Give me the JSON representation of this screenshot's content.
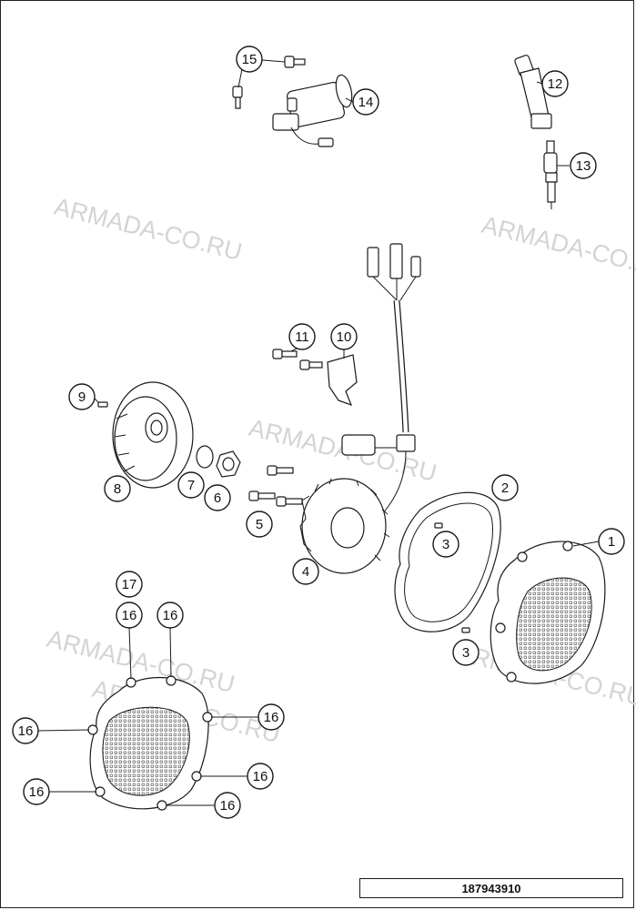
{
  "watermarks": [
    "ARMADA-CO.RU",
    "ARMADA-CO.RU",
    "ARMADA-CO.RU",
    "ARMADA-CO.RU",
    "ARMADA-CO.RU",
    "ARMADA-CO.RU"
  ],
  "callouts": {
    "c1": "1",
    "c2": "2",
    "c3a": "3",
    "c3b": "3",
    "c4": "4",
    "c5": "5",
    "c6": "6",
    "c7": "7",
    "c8": "8",
    "c9": "9",
    "c10": "10",
    "c11": "11",
    "c12": "12",
    "c13": "13",
    "c14": "14",
    "c15": "15",
    "c17": "17",
    "c16a": "16",
    "c16b": "16",
    "c16c": "16",
    "c16d": "16",
    "c16e": "16",
    "c16f": "16",
    "c16g": "16"
  },
  "drawing_number": "187943910",
  "colors": {
    "line": "#1a1a1a",
    "watermark": "#d4d4d4",
    "background": "#ffffff"
  }
}
